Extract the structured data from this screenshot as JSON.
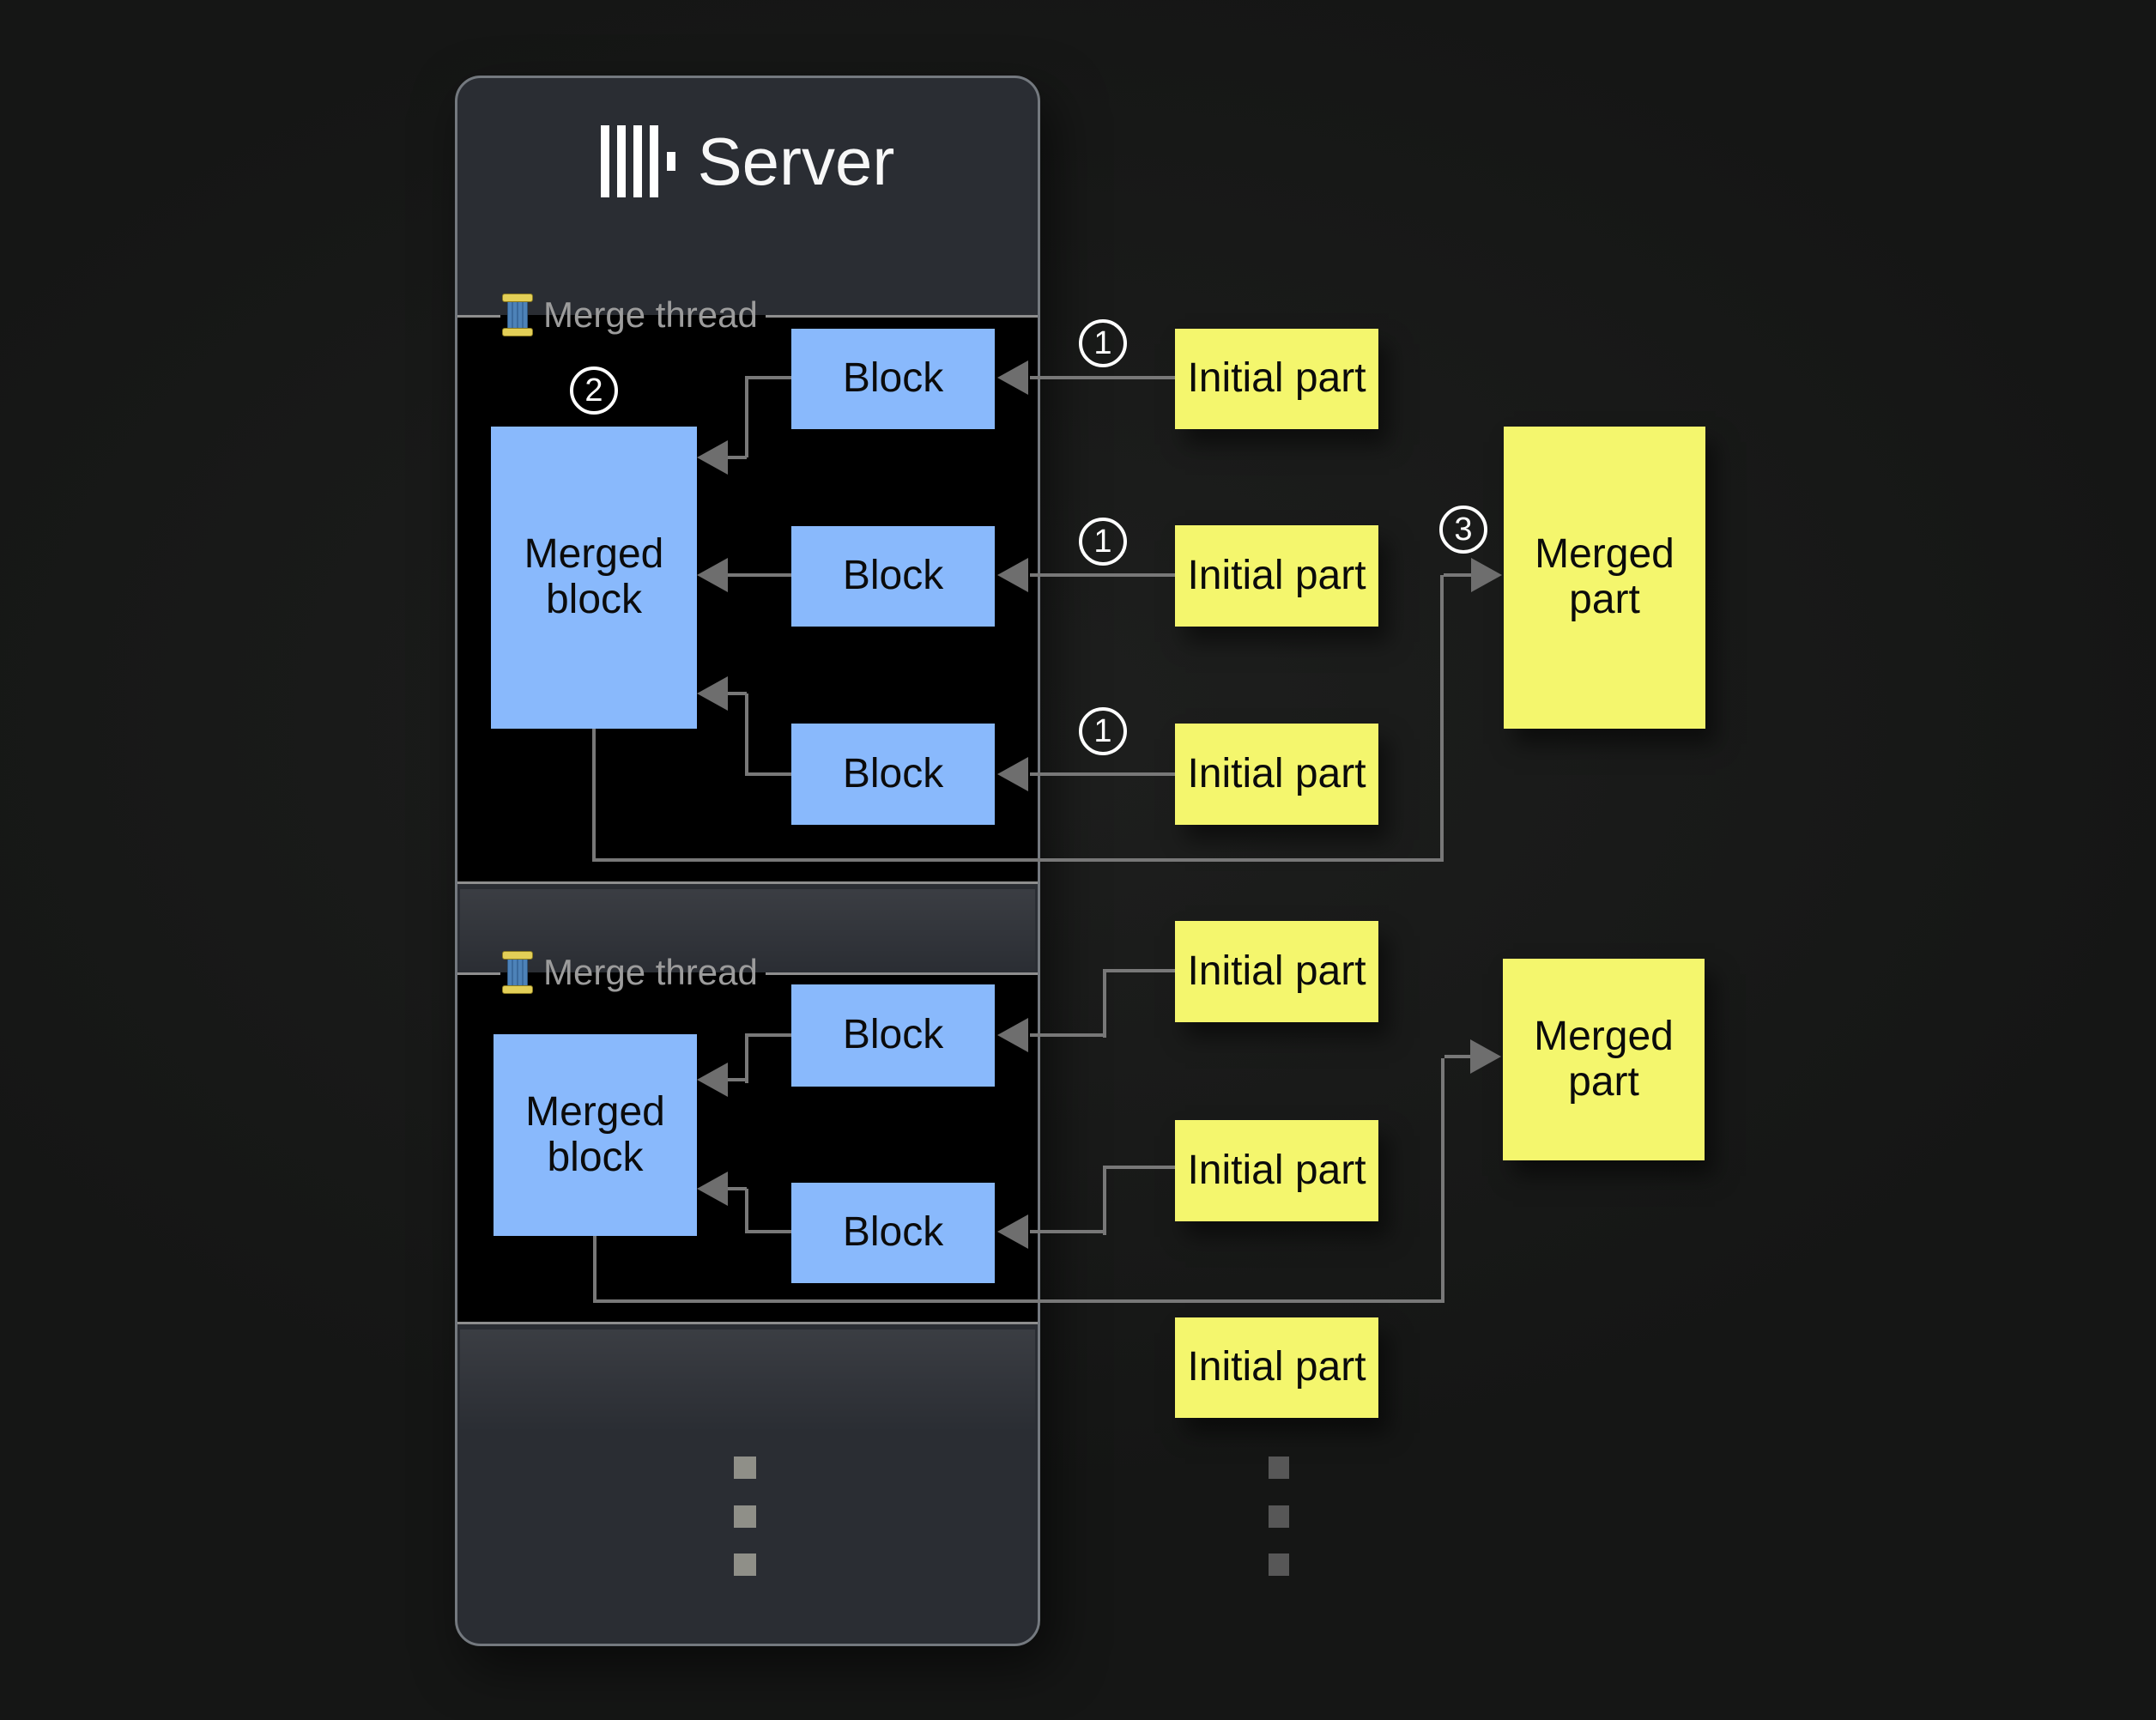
{
  "server": {
    "title": "Server"
  },
  "merge_threads": [
    {
      "label": "Merge thread",
      "merged_block": "Merged block",
      "blocks": [
        "Block",
        "Block",
        "Block"
      ]
    },
    {
      "label": "Merge thread",
      "merged_block": "Merged block",
      "blocks": [
        "Block",
        "Block"
      ]
    }
  ],
  "parts": {
    "initial": [
      "Initial part",
      "Initial part",
      "Initial part",
      "Initial part",
      "Initial part",
      "Initial part"
    ],
    "merged": [
      "Merged part",
      "Merged part"
    ]
  },
  "steps": {
    "insert_initial_part": "1",
    "merge_blocks": "2",
    "write_merged_part": "3"
  },
  "ellipsis": {
    "server_dots": 3,
    "initial_parts_dots": 3
  },
  "colors": {
    "background": "#1a1b1a",
    "server_panel": "#2a2d33",
    "thread_panel": "#000000",
    "block_blue": "#89b9fc",
    "part_yellow": "#f4f66d",
    "line_gray": "#787878",
    "label_gray": "#9c9c9c",
    "marker_white": "#ffffff"
  }
}
